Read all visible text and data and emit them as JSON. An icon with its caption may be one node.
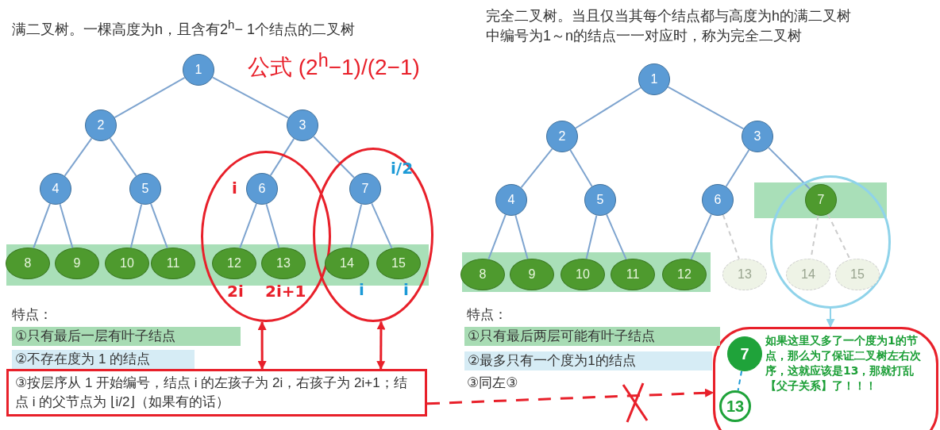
{
  "diagram": {
    "nodes": [
      {
        "text": [],
        "shape": "ellipse"
      },
      {
        "text": [],
        "shape": "ellipse"
      },
      {
        "text": [
          "1"
        ]
      },
      {
        "text": [
          "2"
        ]
      },
      {
        "text": [
          "3"
        ]
      },
      {
        "text": [
          "4"
        ]
      },
      {
        "text": [
          "5"
        ]
      },
      {
        "text": [
          "6"
        ],
        "in": 0,
        "beside": [
          "i"
        ]
      },
      {
        "text": [
          "7"
        ],
        "in": 1,
        "beside": [
          "i/2"
        ]
      },
      {
        "text": [
          "8"
        ]
      },
      {
        "text": [
          "9"
        ]
      },
      {
        "text": [
          "10"
        ]
      },
      {
        "text": [
          "11"
        ]
      },
      {
        "text": [
          "12"
        ],
        "in": 0,
        "beside": [
          "2i"
        ]
      },
      {
        "text": [
          "13"
        ],
        "in": 0,
        "beside": [
          "2i+1"
        ]
      },
      {
        "text": [
          "14"
        ],
        "in": 1,
        "beside": [
          "i"
        ]
      },
      {
        "text": [
          "15"
        ],
        "in": 1,
        "beside": [
          "i"
        ]
      },
      {
        "text": [],
        "shape": "ellipse"
      },
      {
        "text": [
          "1"
        ]
      },
      {
        "text": [
          "2"
        ]
      },
      {
        "text": [
          "3"
        ]
      },
      {
        "text": [
          "4"
        ]
      },
      {
        "text": [
          "5"
        ]
      },
      {
        "text": [
          "6"
        ]
      },
      {
        "text": [
          "7"
        ],
        "in": 17
      },
      {
        "text": [
          "8"
        ]
      },
      {
        "text": [
          "9"
        ]
      },
      {
        "text": [
          "10"
        ]
      },
      {
        "text": [
          "11"
        ]
      },
      {
        "text": [
          "12"
        ]
      },
      {
        "text": [
          "13"
        ]
      },
      {
        "text": [
          "14"
        ],
        "in": 17
      },
      {
        "text": [
          "15"
        ],
        "in": 17
      },
      {
        "text": [
          "如果这里又多了一个度为1的节点，那么为了保证二叉树左右次序，这就应该是13，那就打乱【父子关系】了！！！"
        ]
      },
      {
        "text": [
          "7"
        ],
        "in": 33
      },
      {
        "text": [
          "13"
        ],
        "in": 33
      },
      {
        "text": [
          "①只有最后一层有叶子结点"
        ]
      },
      {
        "text": [
          "②不存在度为 1 的结点"
        ]
      },
      {
        "text": [
          "③按层序从 1 开始编号，结点 i 的左孩子为 2i，右孩子为 2i+1；结点 i 的父节点为 ⌊i/2⌋（如果有的话）"
        ]
      },
      {
        "text": [
          "①只有最后两层可能有叶子结点"
        ]
      },
      {
        "text": [
          "②最多只有一个度为1的结点"
        ]
      }
    ],
    "edges": [
      {
        "from": 2,
        "to": 3,
        "arrow": "none"
      },
      {
        "from": 2,
        "to": 4,
        "arrow": "none"
      },
      {
        "from": 3,
        "to": 5,
        "arrow": "none"
      },
      {
        "from": 3,
        "to": 6,
        "arrow": "none"
      },
      {
        "from": 4,
        "to": 7,
        "arrow": "none"
      },
      {
        "from": 4,
        "to": 8,
        "arrow": "none"
      },
      {
        "from": 5,
        "to": 9,
        "arrow": "none"
      },
      {
        "from": 5,
        "to": 10,
        "arrow": "none"
      },
      {
        "from": 6,
        "to": 11,
        "arrow": "none"
      },
      {
        "from": 6,
        "to": 12,
        "arrow": "none"
      },
      {
        "from": 7,
        "to": 13,
        "arrow": "none"
      },
      {
        "from": 7,
        "to": 14,
        "arrow": "none"
      },
      {
        "from": 8,
        "to": 15,
        "arrow": "none"
      },
      {
        "from": 8,
        "to": 16,
        "arrow": "none"
      },
      {
        "from": 18,
        "to": 19,
        "arrow": "none"
      },
      {
        "from": 18,
        "to": 20,
        "arrow": "none"
      },
      {
        "from": 19,
        "to": 21,
        "arrow": "none"
      },
      {
        "from": 19,
        "to": 22,
        "arrow": "none"
      },
      {
        "from": 20,
        "to": 23,
        "arrow": "none"
      },
      {
        "from": 20,
        "to": 24,
        "arrow": "none"
      },
      {
        "from": 21,
        "to": 25,
        "arrow": "none"
      },
      {
        "from": 21,
        "to": 26,
        "arrow": "none"
      },
      {
        "from": 22,
        "to": 27,
        "arrow": "none"
      },
      {
        "from": 22,
        "to": 28,
        "arrow": "none"
      },
      {
        "from": 23,
        "to": 29,
        "arrow": "none"
      },
      {
        "from": 23,
        "to": 30,
        "arrow": "none",
        "style": "dashed",
        "color": "#cccccc"
      },
      {
        "from": 24,
        "to": 31,
        "arrow": "none",
        "style": "dashed",
        "color": "#cccccc"
      },
      {
        "from": 24,
        "to": 32,
        "arrow": "none",
        "style": "dashed",
        "color": "#cccccc"
      },
      {
        "from": 0,
        "to": 38,
        "arrow": "both",
        "color": "#e8202a"
      },
      {
        "from": 1,
        "to": 38,
        "arrow": "both",
        "color": "#e8202a"
      },
      {
        "from": 17,
        "to": 33,
        "arrow": "to",
        "color": "#8fd3ea"
      },
      {
        "from": 38,
        "to": 33,
        "arrow": "to",
        "style": "dashed",
        "color": "#e8202a"
      },
      {
        "from": 34,
        "to": 35,
        "arrow": "none",
        "style": "dashed",
        "color": "#1c9ad6"
      }
    ],
    "labels": [
      "满二叉树。一棵高度为h，且含有2$^{h}$− 1个结点的二叉树",
      "完全二叉树。当且仅当其每个结点都与高度为h的满二叉树中编号为1～n的结点一一对应时，称为完全二叉树",
      "公式 (2$^{h}$−1)/(2−1)",
      "特点：",
      "特点：",
      "③同左③"
    ]
  }
}
